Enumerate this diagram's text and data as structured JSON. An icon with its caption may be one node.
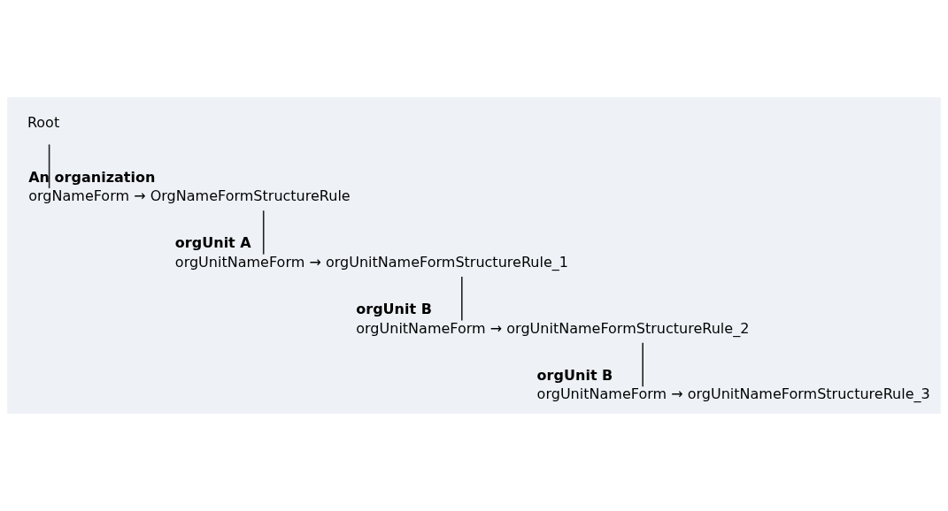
{
  "diagram": {
    "nodes": [
      {
        "text": [
          "Root"
        ]
      },
      {
        "text": [
          "An organization",
          "orgNameForm → OrgNameFormStructureRule"
        ]
      },
      {
        "text": [
          "orgUnit A",
          "orgUnitNameForm → orgUnitNameFormStructureRule_1"
        ]
      },
      {
        "text": [
          "orgUnit B",
          "orgUnitNameForm → orgUnitNameFormStructureRule_2"
        ]
      },
      {
        "text": [
          "orgUnit B",
          "orgUnitNameForm → orgUnitNameFormStructureRule_3"
        ]
      }
    ],
    "edges": [
      {
        "from": 0,
        "to": 1,
        "arrow": "none"
      },
      {
        "from": 1,
        "to": 2,
        "arrow": "none"
      },
      {
        "from": 2,
        "to": 3,
        "arrow": "none"
      },
      {
        "from": 3,
        "to": 4,
        "arrow": "none"
      }
    ]
  }
}
